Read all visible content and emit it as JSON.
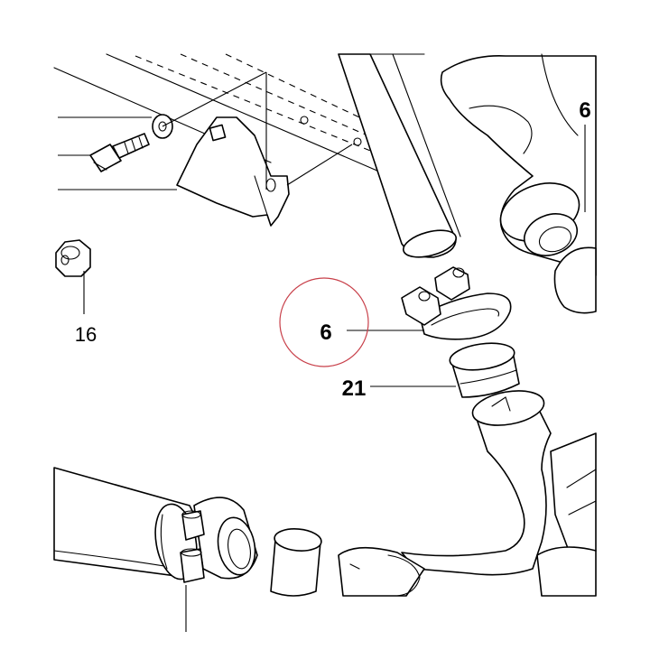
{
  "labels": {
    "part_16": "16",
    "part_6_top": "6",
    "part_6_mid": "6",
    "part_21": "21"
  },
  "highlight": {
    "color": "#c8404a",
    "target": "part_6_mid"
  },
  "colors": {
    "line": "#000000",
    "background": "#ffffff"
  }
}
